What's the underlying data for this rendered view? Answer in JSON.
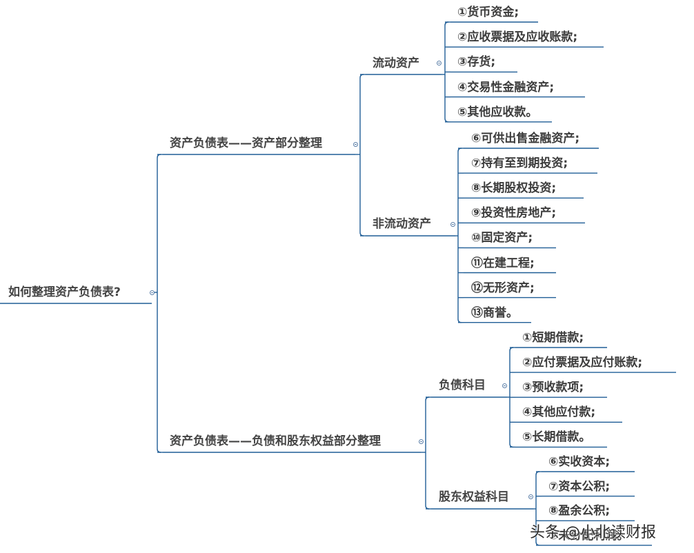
{
  "mindmap": {
    "root": "如何整理资产负债表?",
    "sections": [
      {
        "title": "资产负债表——资产部分整理",
        "groups": [
          {
            "title": "流动资产",
            "items": [
              "①货币资金;",
              "②应收票据及应收账款;",
              "③存货;",
              "④交易性金融资产;",
              "⑤其他应收款。"
            ]
          },
          {
            "title": "非流动资产",
            "items": [
              "⑥可供出售金融资产;",
              "⑦持有至到期投资;",
              "⑧长期股权投资;",
              "⑨投资性房地产;",
              "⑩固定资产;",
              "⑪在建工程;",
              "⑫无形资产;",
              "⑬商誉。"
            ]
          }
        ]
      },
      {
        "title": "资产负债表——负债和股东权益部分整理",
        "groups": [
          {
            "title": "负债科目",
            "items": [
              "①短期借款;",
              "②应付票据及应付账款;",
              "③预收款项;",
              "④其他应付款;",
              "⑤长期借款。"
            ]
          },
          {
            "title": "股东权益科目",
            "items": [
              "⑥实收资本;",
              "⑦资本公积;",
              "⑧盈余公积;",
              "⑨未分配利润。"
            ]
          }
        ]
      }
    ]
  },
  "watermark": "头条 @小北读财报",
  "colors": {
    "line": "#1f5d96",
    "text": "#3a3a3a"
  }
}
